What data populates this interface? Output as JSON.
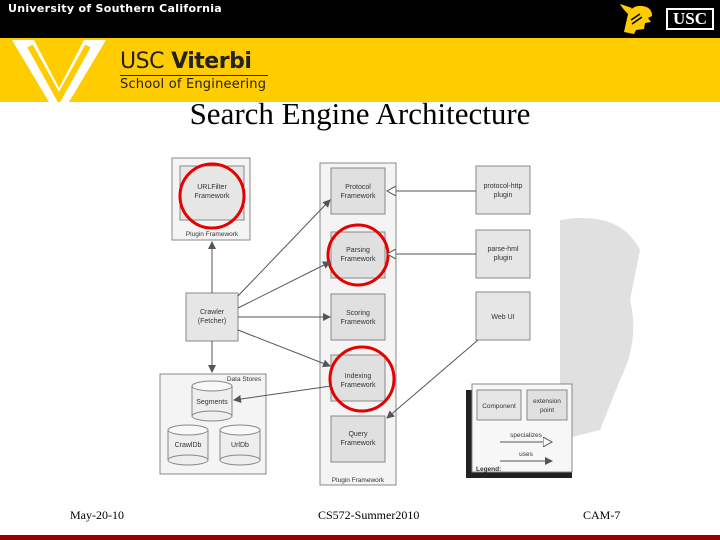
{
  "header": {
    "university": "University of Southern California",
    "usc_logo": "USC",
    "viterbi_usc": "USC",
    "viterbi_name": "Viterbi",
    "viterbi_school": "School of Engineering",
    "trojan_icon": "trojan-head-icon"
  },
  "colors": {
    "gold": "#FFCC00",
    "cardinal": "#990000",
    "highlight_circle": "#e60000"
  },
  "slide": {
    "title": "Search Engine Architecture"
  },
  "diagram": {
    "plugin_framework_label": "Plugin Framework",
    "urlfilter_label_1": "URLFilter",
    "urlfilter_label_2": "Framework",
    "crawler_label_1": "Crawler",
    "crawler_label_2": "(Fetcher)",
    "data_stores_label": "Data Stores",
    "segments_label": "Segments",
    "crawldb_label": "CrawlDb",
    "urldb_label": "UrlDb",
    "protocol_1": "Protocol",
    "protocol_2": "Framework",
    "parsing_1": "Parsing",
    "parsing_2": "Framework",
    "scoring_1": "Scoring",
    "scoring_2": "Framework",
    "indexing_1": "Indexing",
    "indexing_2": "Framework",
    "query_1": "Query",
    "query_2": "Framework",
    "framework_column_label": "Plugin Framework",
    "protocol_http_1": "protocol-http",
    "protocol_http_2": "plugin",
    "parse_html_1": "parse-hml",
    "parse_html_2": "plugin",
    "webui_label": "Web UI",
    "legend_component": "Component",
    "legend_extension_1": "extension",
    "legend_extension_2": "point",
    "legend_specializes": "specializes",
    "legend_uses": "uses",
    "legend_title": "Legend:"
  },
  "footer": {
    "date": "May-20-10",
    "course": "CS572-Summer2010",
    "slide_id": "CAM-7"
  }
}
